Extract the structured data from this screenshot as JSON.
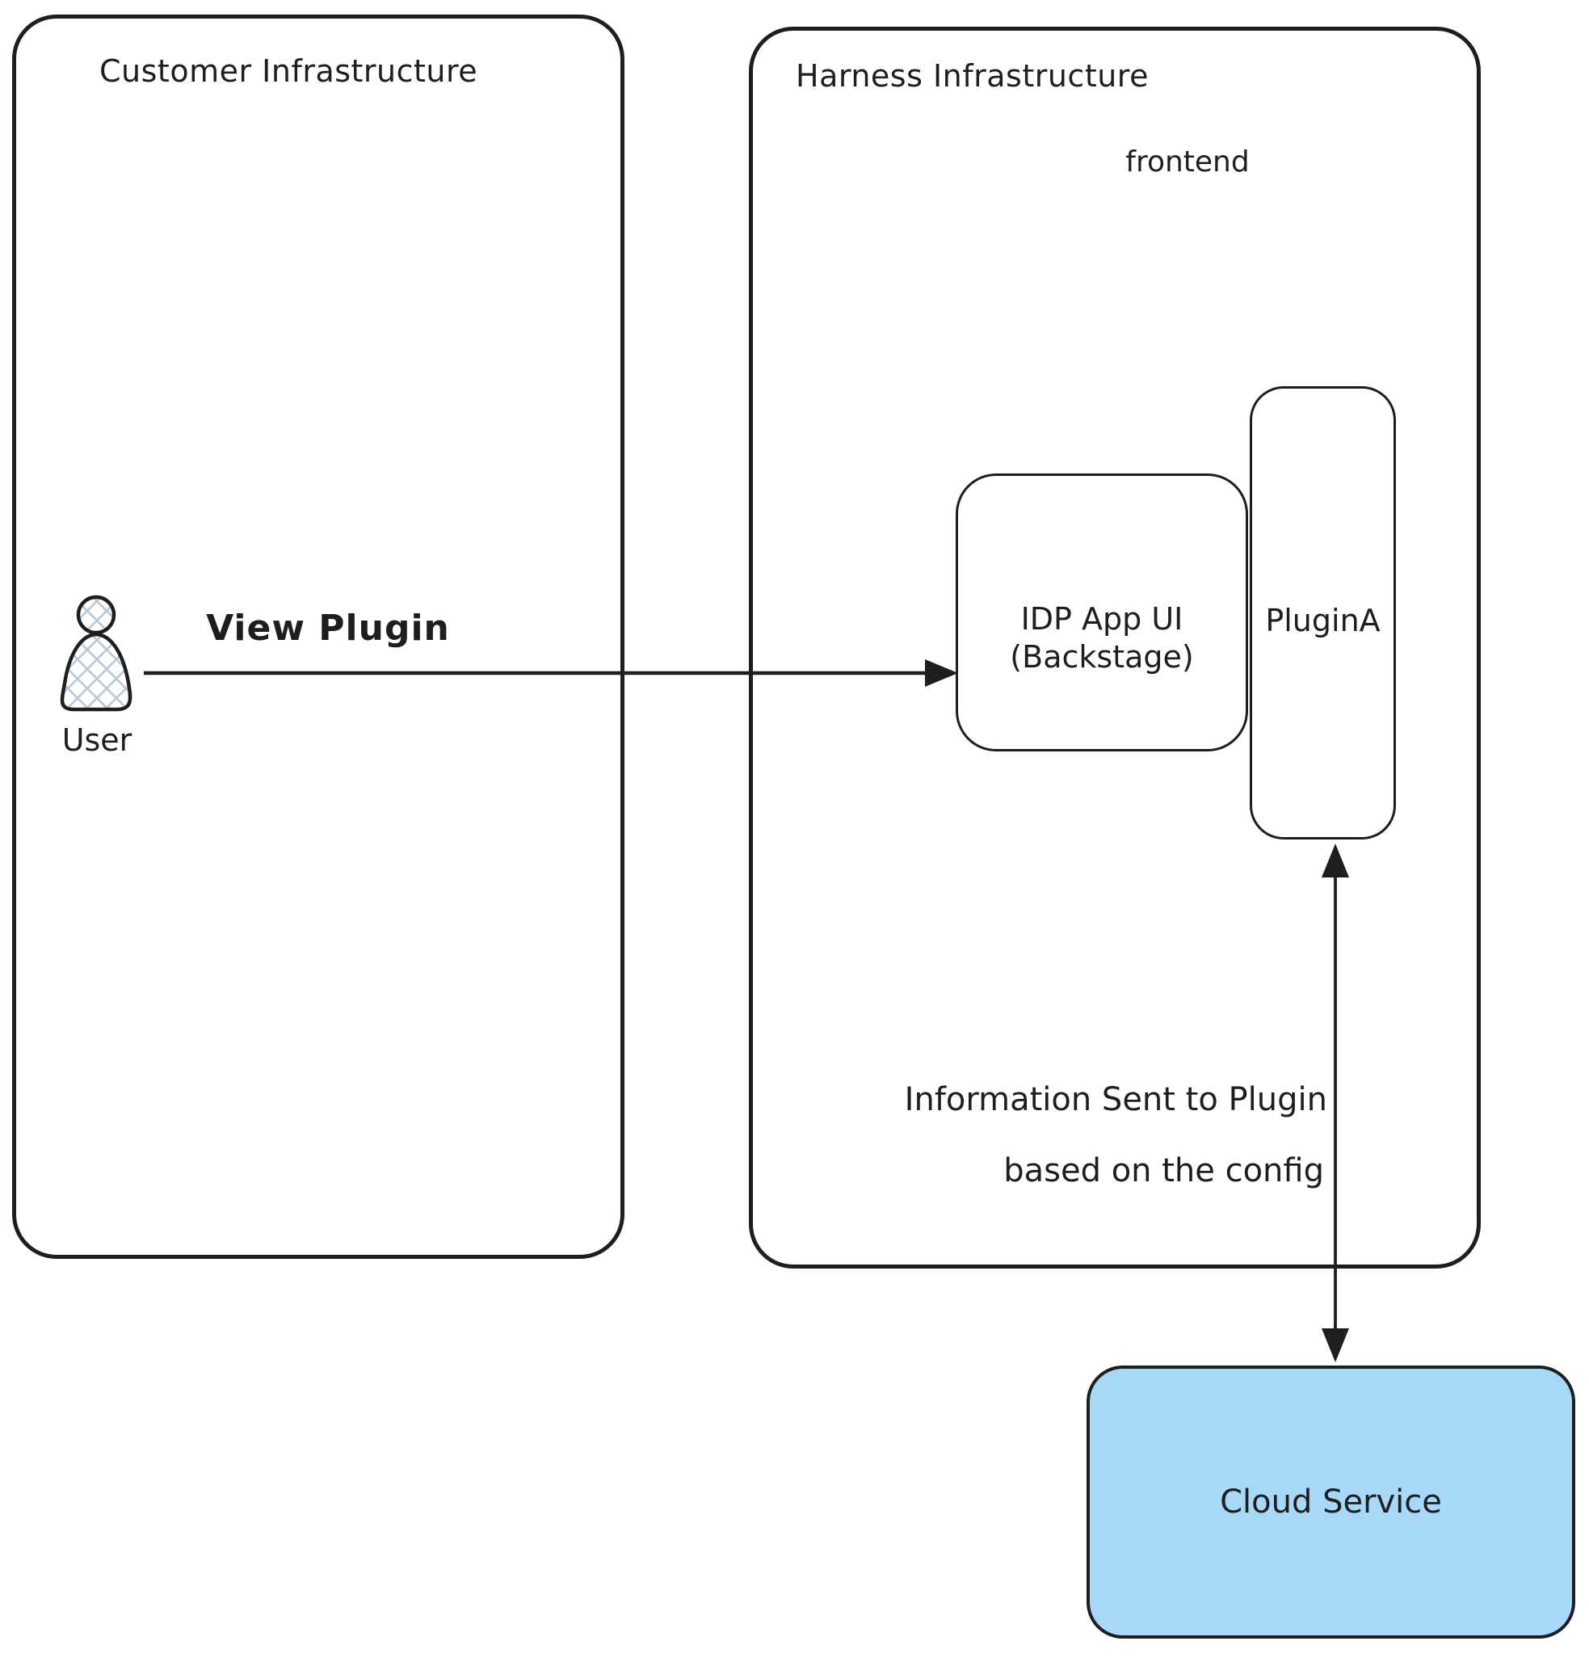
{
  "diagram": {
    "type": "architecture-sketch",
    "colors": {
      "stroke": "#1e1e1e",
      "background": "#ffffff",
      "cloud_fill": "#a8d8f8",
      "actor_hatch": "#b9c9da"
    },
    "containers": {
      "customer": {
        "title": "Customer Infrastructure"
      },
      "harness": {
        "title": "Harness Infrastructure",
        "zone_label": "frontend"
      }
    },
    "nodes": {
      "user": {
        "label": "User",
        "type": "actor"
      },
      "idp": {
        "line1": "IDP App UI",
        "line2": "(Backstage)"
      },
      "plugin": {
        "label": "PluginA"
      },
      "cloud": {
        "label": "Cloud Service"
      }
    },
    "edges": {
      "view_plugin": {
        "label": "View Plugin",
        "from": "User",
        "to": "IDP App UI (Backstage)",
        "style": "single-headed-right"
      },
      "plugin_cloud": {
        "label_line1": "Information Sent to Plugin",
        "label_line2": "based on the config",
        "from": "PluginA",
        "to": "Cloud Service",
        "style": "double-headed-vertical"
      }
    }
  }
}
